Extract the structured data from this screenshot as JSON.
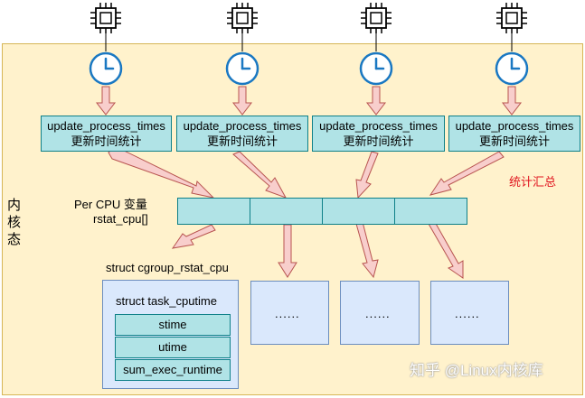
{
  "kernel_label": "内核态",
  "update_boxes": [
    {
      "line1": "update_process_times",
      "line2": "更新时间统计"
    },
    {
      "line1": "update_process_times",
      "line2": "更新时间统计"
    },
    {
      "line1": "update_process_times",
      "line2": "更新时间统计"
    },
    {
      "line1": "update_process_times",
      "line2": "更新时间统计"
    }
  ],
  "summary_label": "统计汇总",
  "percpu_label": "Per CPU 变量",
  "rstat_label": "rstat_cpu[]",
  "struct_label": "struct cgroup_rstat_cpu",
  "task_cputime_label": "struct task_cputime",
  "fields": [
    "stime",
    "utime",
    "sum_exec_runtime"
  ],
  "ellipsis": [
    "......",
    "......",
    "......"
  ],
  "watermark": "知乎 @Linux内核库",
  "colors": {
    "kernel_bg": "#fff2cc",
    "cell_fill": "#b0e3e6",
    "cell_border": "#0e8088",
    "arrow_fill": "#f8cecc",
    "arrow_stroke": "#b85450",
    "clock": "#1a78c2",
    "struct_fill": "#dae8fc",
    "summary_text": "#e0141e"
  },
  "icons": [
    "cpu-chip-icon",
    "clock-icon"
  ]
}
